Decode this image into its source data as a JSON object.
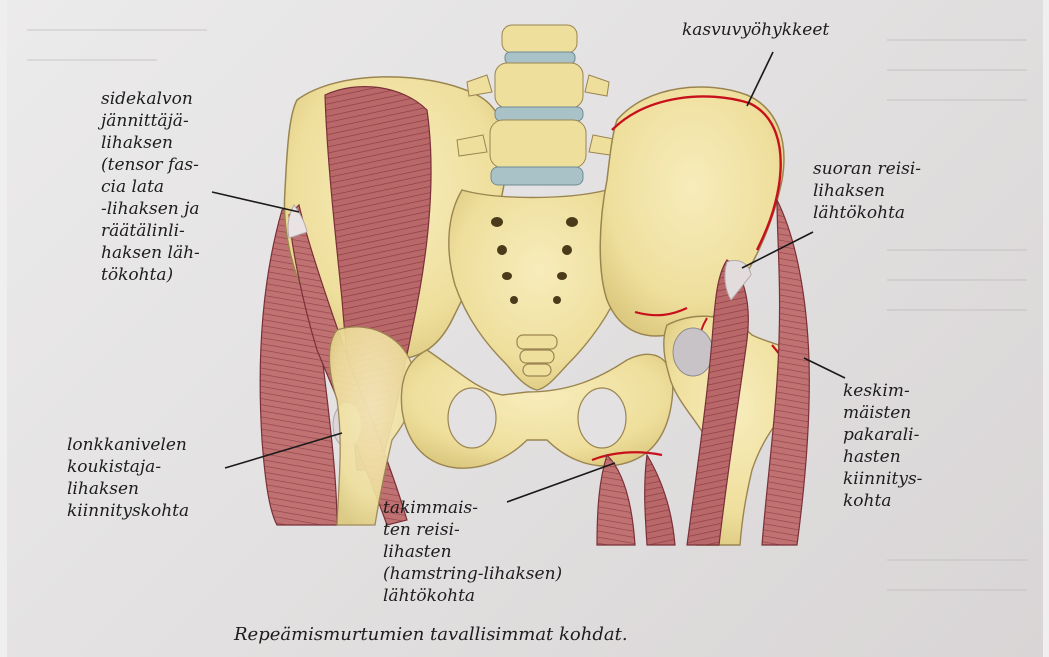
{
  "labels": {
    "sidekalvo": "sidekalvon\njännittäjä-\nlihaksen\n(tensor fas-\ncia lata\n-lihaksen ja\nräätälinli-\nhaksen läh-\ntökohta)",
    "kasvuvyohykkeet": "kasvuvyöhykkeet",
    "suoran": "suoran reisi-\nlihaksen\nlähtökohta",
    "lonkkanivelen": "lonkkanivelen\nkoukistaja-\nlihaksen\nkiinnityskohta",
    "keskimmaisten": "keskim-\nmäisten\npakarali-\nhasten\nkiinnitys-\nkohta",
    "takimmaisten": "takimmais-\nten reisi-\nlihasten\n(hamstring-lihaksen)\nlähtökohta"
  },
  "caption": "Repeämismurtumien tavallisimmat kohdat.",
  "colors": {
    "bone": "#f2e4a6",
    "bone_shadow": "#c9b877",
    "muscle": "#b86565",
    "muscle_dark": "#8f3f45",
    "disc": "#a9c2c8",
    "growth_zone_line": "#c8101c",
    "leader_line": "#1a1a1a"
  }
}
